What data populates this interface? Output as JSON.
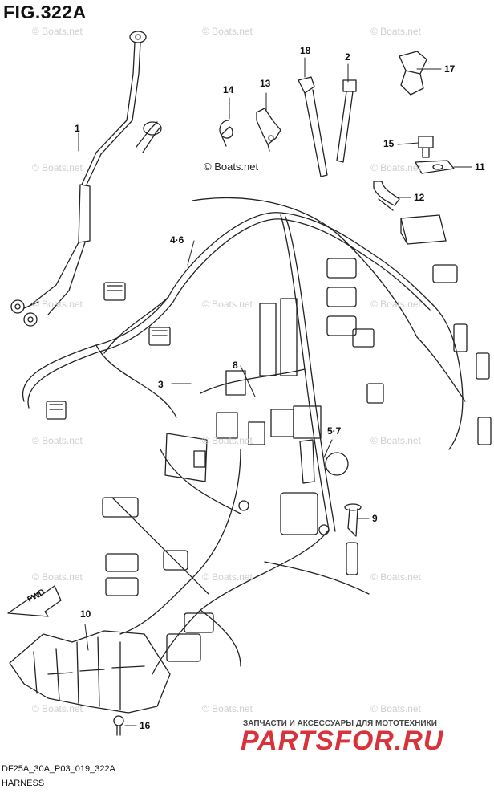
{
  "figure": {
    "title": "FIG.322A",
    "code": "DF25A_30A_P03_019_322A",
    "caption": "HARNESS"
  },
  "watermark": "© Boats.net",
  "inline_watermark": "© Boats.net",
  "callouts": [
    "1",
    "2",
    "3",
    "4·6",
    "5·7",
    "8",
    "9",
    "10",
    "11",
    "12",
    "13",
    "14",
    "15",
    "16",
    "17",
    "18"
  ],
  "fwd_label": "FWD",
  "store": {
    "tagline": "ЗАПЧАСТИ И АКСЕССУАРЫ ДЛЯ МОТОТЕХНИКИ",
    "logo": "PARTSFOR.RU",
    "logo_color": "#d8323a"
  }
}
